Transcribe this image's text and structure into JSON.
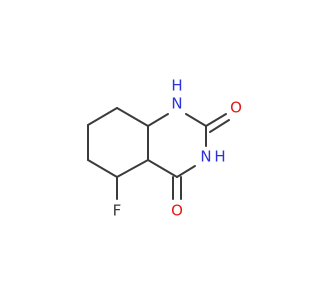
{
  "molecule": {
    "atoms": {
      "n1": {
        "symbol": "N",
        "hydrogen": "H",
        "color": "#2a33d6"
      },
      "n3": {
        "symbol": "N",
        "hydrogen": "H",
        "color": "#2a33d6"
      },
      "o2": {
        "symbol": "O",
        "color": "#e01a1a"
      },
      "o4": {
        "symbol": "O",
        "color": "#e01a1a"
      },
      "f5": {
        "symbol": "F",
        "color": "#3b3b3b"
      }
    },
    "bond_color": "#3b3b3b"
  }
}
